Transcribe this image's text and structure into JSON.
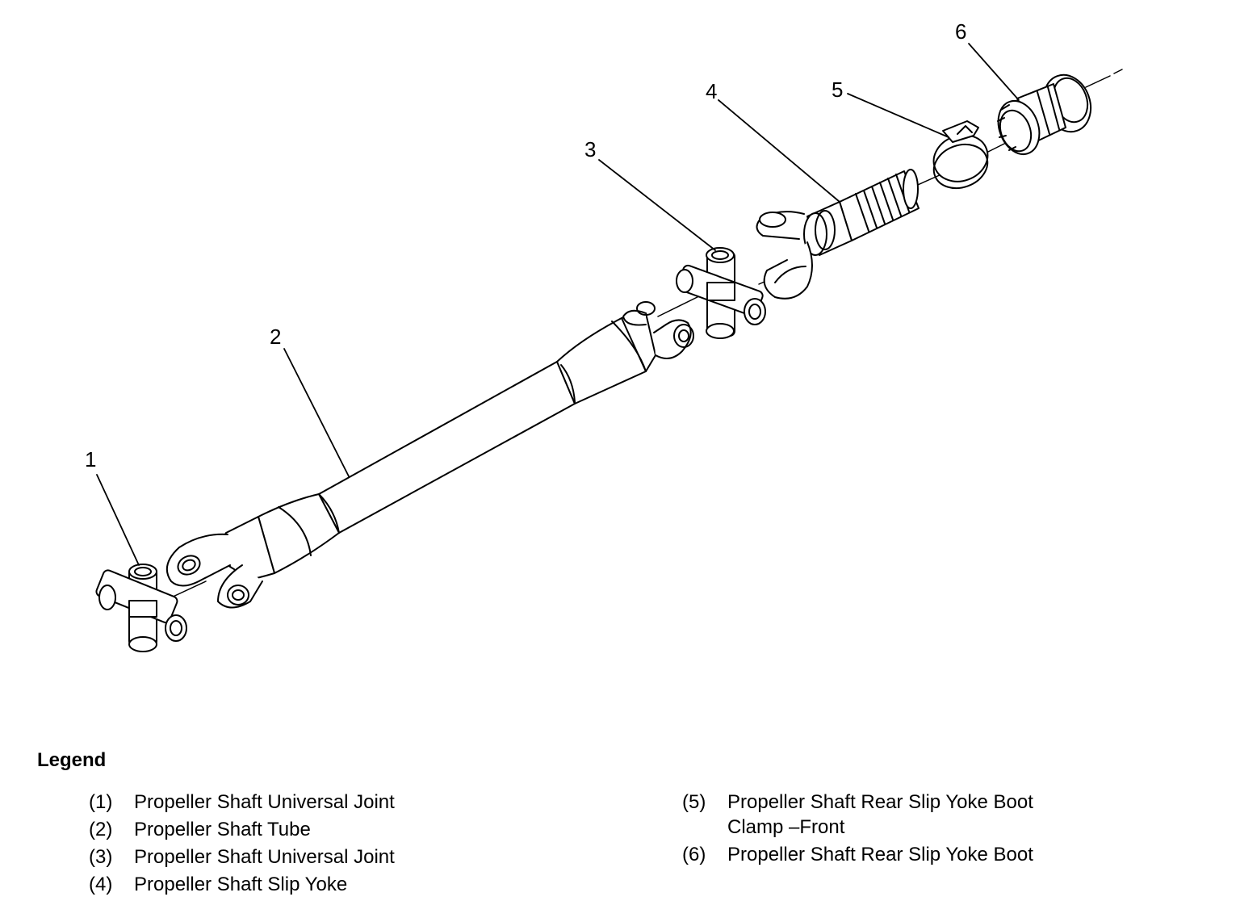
{
  "callouts": [
    "1",
    "2",
    "3",
    "4",
    "5",
    "6"
  ],
  "legend": {
    "title": "Legend",
    "left": [
      {
        "num": "(1)",
        "text": "Propeller Shaft Universal Joint"
      },
      {
        "num": "(2)",
        "text": "Propeller Shaft Tube"
      },
      {
        "num": "(3)",
        "text": "Propeller Shaft Universal Joint"
      },
      {
        "num": "(4)",
        "text": "Propeller Shaft Slip Yoke"
      }
    ],
    "right": [
      {
        "num": "(5)",
        "text": "Propeller Shaft Rear Slip Yoke Boot Clamp –Front"
      },
      {
        "num": "(6)",
        "text": "Propeller Shaft Rear Slip Yoke Boot"
      }
    ]
  }
}
